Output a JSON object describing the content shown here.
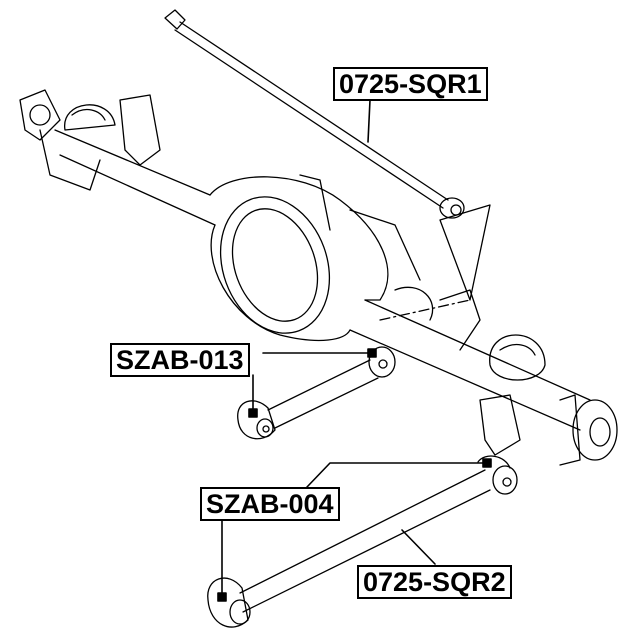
{
  "labels": {
    "upper_rod": "0725-SQR1",
    "upper_arm_bushing": "SZAB-013",
    "lower_arm_bushing": "SZAB-004",
    "lower_rod": "0725-SQR2"
  }
}
